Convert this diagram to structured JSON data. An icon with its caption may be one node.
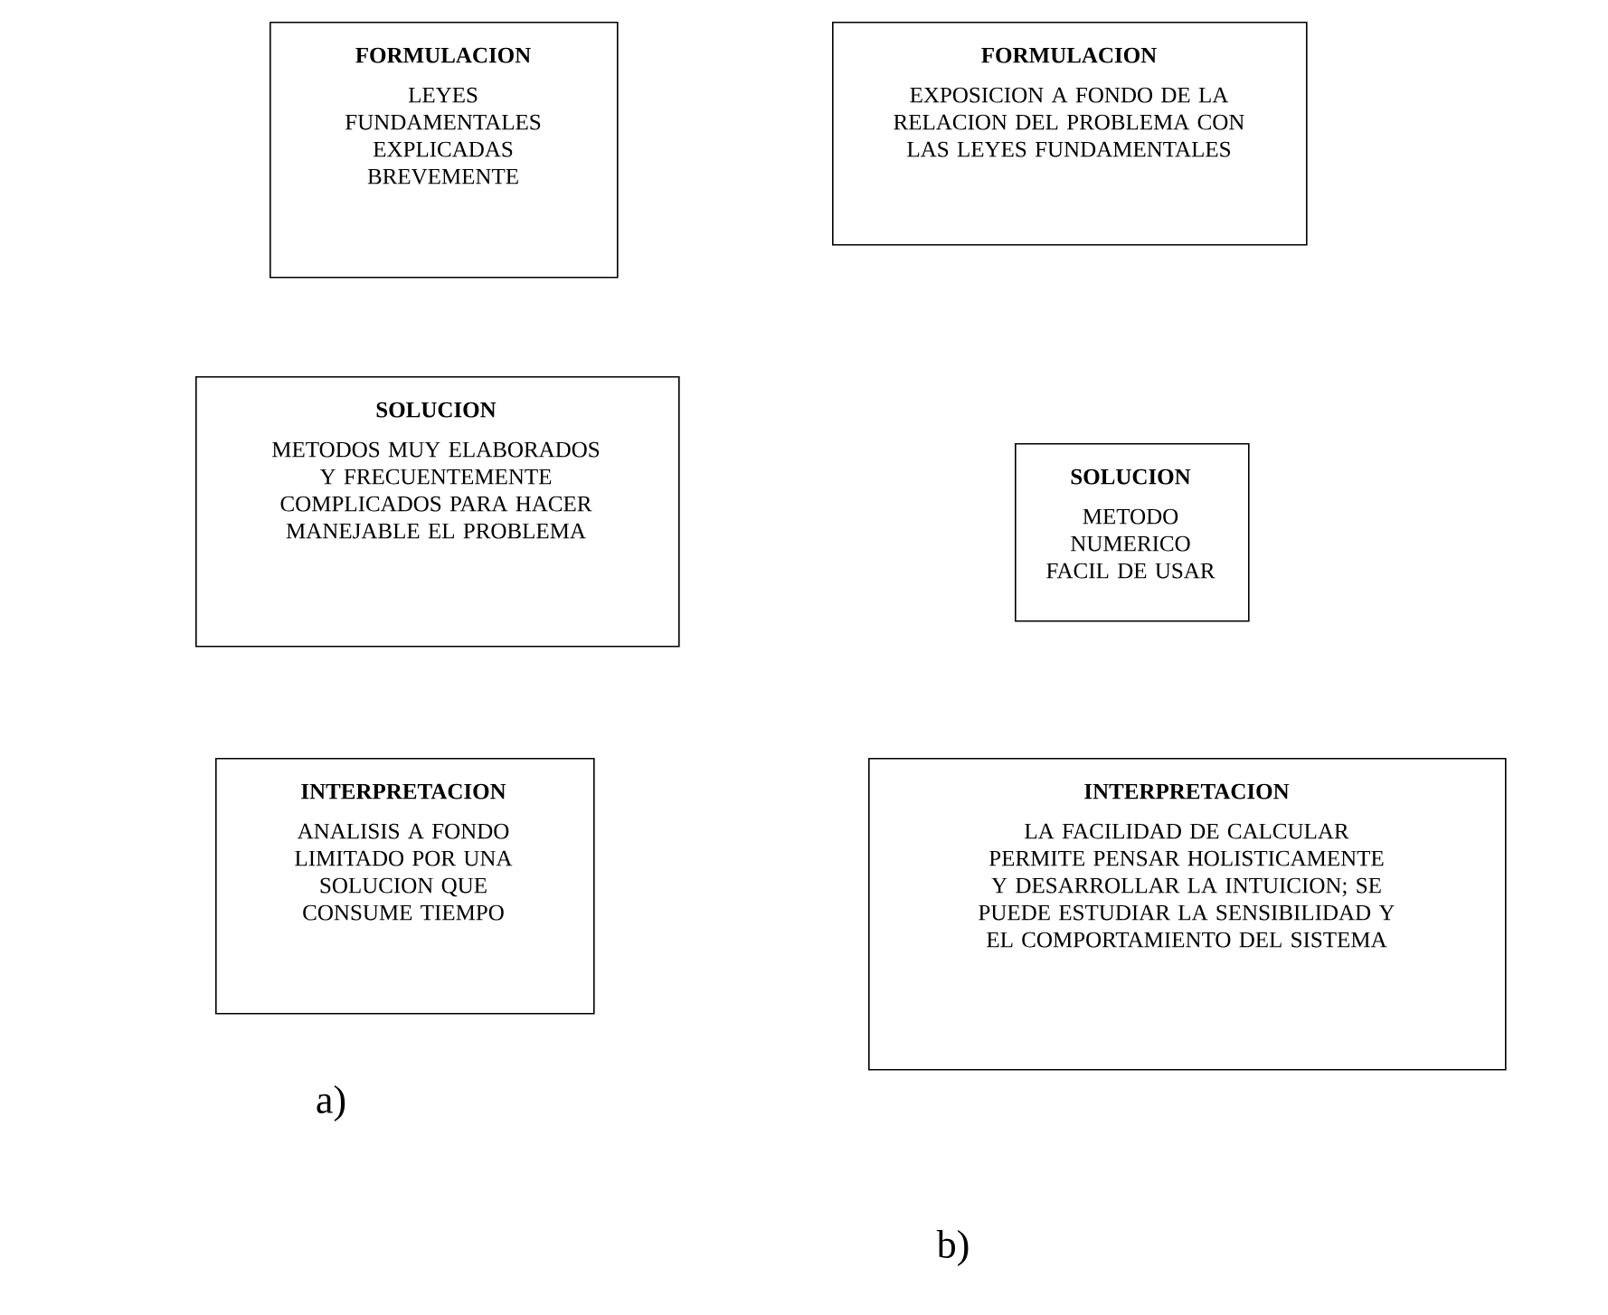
{
  "diagram": {
    "nodes": [
      {
        "text": [
          "FORMULACION",
          "LEYES FUNDAMENTALES EXPLICADAS BREVEMENTE"
        ]
      },
      {
        "text": [
          "FORMULACION",
          "EXPOSICION A FONDO DE LA RELACION DEL PROBLEMA CON LAS LEYES FUNDAMENTALES"
        ]
      },
      {
        "text": [
          "SOLUCION",
          "METODOS MUY ELABORADOS Y FRECUENTEMENTE COMPLICADOS PARA HACER MANEJABLE EL PROBLEMA"
        ]
      },
      {
        "text": [
          "SOLUCION",
          "METODO NUMERICO FACIL DE USAR"
        ]
      },
      {
        "text": [
          "INTERPRETACION",
          "ANALISIS A FONDO LIMITADO POR UNA SOLUCION QUE CONSUME TIEMPO"
        ]
      },
      {
        "text": [
          "INTERPRETACION",
          "LA FACILIDAD DE CALCULAR PERMITE PENSAR HOLISTICAMENTE Y DESARROLLAR LA INTUICION; SE PUEDE ESTUDIAR LA SENSIBILIDAD Y EL COMPORTAMIENTO DEL SISTEMA"
        ]
      }
    ],
    "labels": [
      "a)",
      "b)"
    ]
  }
}
